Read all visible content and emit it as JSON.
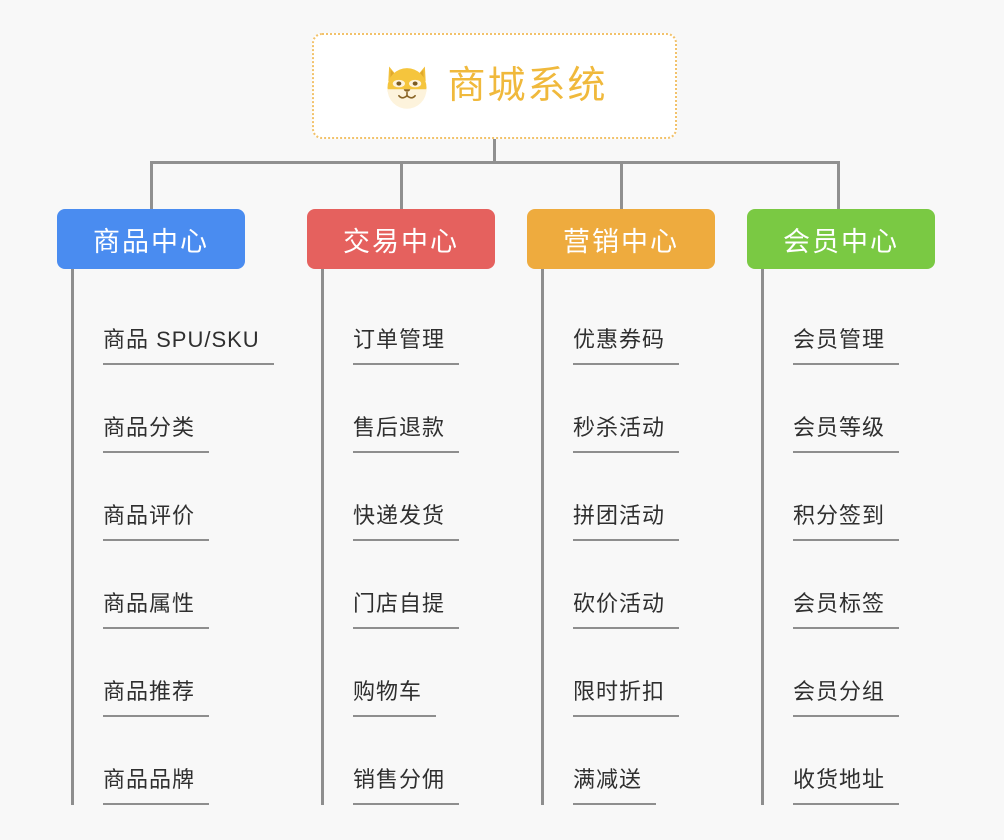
{
  "diagram": {
    "type": "org-chart",
    "root": {
      "title": "商城系统",
      "icon": "dog-face-icon",
      "title_color": "#f0b93c",
      "border_color": "#f2c26b",
      "background": "#ffffff"
    },
    "connector_color": "#909090",
    "canvas_background": "#f8f8f8",
    "columns": [
      {
        "title": "商品中心",
        "color": "#4a8cf0",
        "items": [
          "商品 SPU/SKU",
          "商品分类",
          "商品评价",
          "商品属性",
          "商品推荐",
          "商品品牌"
        ]
      },
      {
        "title": "交易中心",
        "color": "#e5615e",
        "items": [
          "订单管理",
          "售后退款",
          "快递发货",
          "门店自提",
          "购物车",
          "销售分佣"
        ]
      },
      {
        "title": "营销中心",
        "color": "#eeab3e",
        "items": [
          "优惠券码",
          "秒杀活动",
          "拼团活动",
          "砍价活动",
          "限时折扣",
          "满减送"
        ]
      },
      {
        "title": "会员中心",
        "color": "#7ac943",
        "items": [
          "会员管理",
          "会员等级",
          "积分签到",
          "会员标签",
          "会员分组",
          "收货地址"
        ]
      }
    ]
  }
}
